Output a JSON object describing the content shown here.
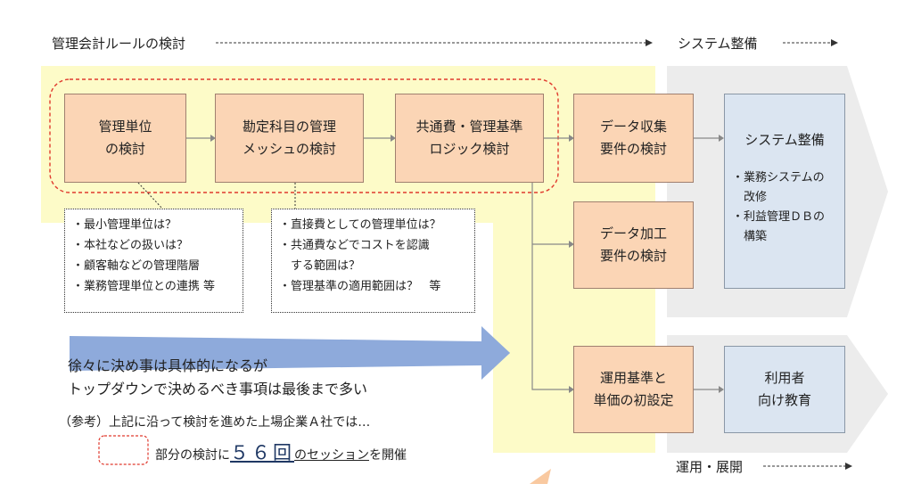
{
  "header": {
    "left_label": "管理会計ルールの検討",
    "right_label": "システム整備",
    "bottom_label": "運用・展開"
  },
  "boxes": {
    "b1": [
      "管理単位",
      "の検討"
    ],
    "b2": [
      "勘定科目の管理",
      "メッシュの検討"
    ],
    "b3": [
      "共通費・管理基準",
      "ロジック検討"
    ],
    "b4": [
      "データ収集",
      "要件の検討"
    ],
    "b5": [
      "データ加工",
      "要件の検討"
    ],
    "b6": [
      "運用基準と",
      "単価の初設定"
    ],
    "sys": {
      "title": "システム整備",
      "items": [
        "・業務システムの",
        "　改修",
        "・利益管理ＤＢの",
        "　構築"
      ]
    },
    "edu": [
      "利用者",
      "向け教育"
    ]
  },
  "notes": {
    "n1": [
      "・最小管理単位は？",
      "・本社などの扱いは？",
      "・顧客軸などの管理階層",
      "・業務管理単位との連携"
    ],
    "n1_suffix": "等",
    "n2": [
      "・直接費としての管理単位は？",
      "・共通費などでコストを認識",
      "　する範囲は？",
      "・管理基準の適用範囲は？"
    ],
    "n2_suffix": "等"
  },
  "arrow_text": [
    "徐々に決め事は具体的になるが",
    "トップダウンで決めるべき事項は最後まで多い"
  ],
  "reference": {
    "line1": "（参考）上記に沿って検討を進めた上場企業Ａ社では…",
    "part1": "部分の検討に",
    "count": "５６回",
    "part2": "のセッション",
    "part3": "を開催"
  }
}
